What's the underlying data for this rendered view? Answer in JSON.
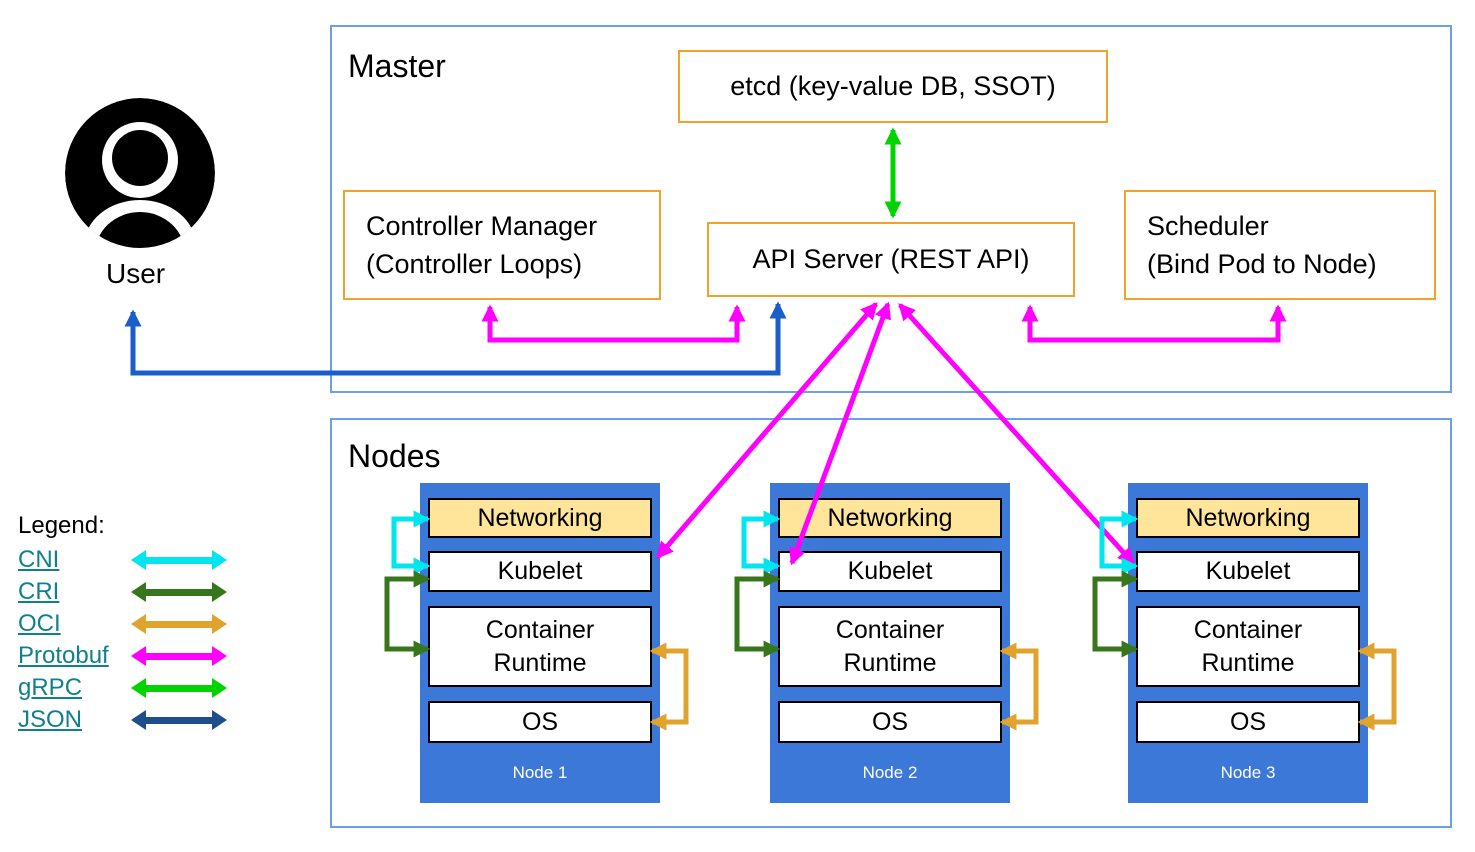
{
  "colors": {
    "container_border": "#6d9eeb",
    "orange_border": "#f1a22c",
    "node_fill": "#3b78d8",
    "networking_fill": "#ffe599",
    "cni": "#00e5ee",
    "cri": "#38761d",
    "oci": "#e0a32e",
    "protobuf": "#ff00ff",
    "grpc": "#00d300",
    "json_user": "#1a5fc8",
    "legend_link": "#11808e"
  },
  "user": {
    "label": "User"
  },
  "master": {
    "title": "Master",
    "etcd_label": "etcd (key-value DB, SSOT)",
    "controller_manager_label": "Controller Manager\n(Controller Loops)",
    "api_server_label": "API Server (REST API)",
    "scheduler_label": "Scheduler\n(Bind Pod to Node)"
  },
  "nodes_section": {
    "title": "Nodes",
    "nodes": [
      {
        "name": "Node 1",
        "layers": {
          "networking": "Networking",
          "kubelet": "Kubelet",
          "container_runtime": "Container\nRuntime",
          "os": "OS"
        }
      },
      {
        "name": "Node 2",
        "layers": {
          "networking": "Networking",
          "kubelet": "Kubelet",
          "container_runtime": "Container\nRuntime",
          "os": "OS"
        }
      },
      {
        "name": "Node 3",
        "layers": {
          "networking": "Networking",
          "kubelet": "Kubelet",
          "container_runtime": "Container\nRuntime",
          "os": "OS"
        }
      }
    ]
  },
  "legend": {
    "title": "Legend:",
    "items": [
      {
        "label": "CNI",
        "color": "#00e5ee"
      },
      {
        "label": "CRI",
        "color": "#38761d"
      },
      {
        "label": "OCI",
        "color": "#e0a32e"
      },
      {
        "label": "Protobuf",
        "color": "#ff00ff"
      },
      {
        "label": "gRPC",
        "color": "#00d300"
      },
      {
        "label": "JSON",
        "color": "#1f4e8c"
      }
    ]
  }
}
